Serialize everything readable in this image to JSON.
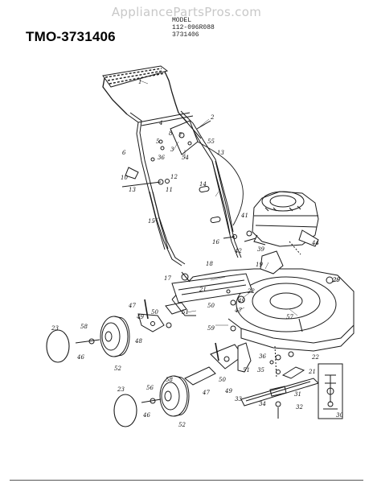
{
  "watermark": "AppliancePartsPros.com",
  "model_block": {
    "line1": "MODEL",
    "line2": "112-096R088",
    "line3": "3731406"
  },
  "title": "TMO-3731406",
  "parts": {
    "p1": "1",
    "p2": "2",
    "p3": "3",
    "p4": "4",
    "p5": "5",
    "p6": "6",
    "p7": "7",
    "p8": "8",
    "p10": "10",
    "p11": "11",
    "p12": "12",
    "p13a": "13",
    "p13b": "13",
    "p14": "14",
    "p15": "15",
    "p16": "16",
    "p17": "17",
    "p18": "18",
    "p19": "19",
    "p21": "21",
    "p22a": "22",
    "p22b": "22",
    "p23a": "23",
    "p23b": "23",
    "p29": "29",
    "p30": "30",
    "p31": "31",
    "p32": "32",
    "p33": "33",
    "p34": "34",
    "p35": "35",
    "p36a": "36",
    "p36b": "36",
    "p39": "39",
    "p41": "41",
    "p42": "42",
    "p44": "44",
    "p46a": "46",
    "p46b": "46",
    "p47a": "47",
    "p47b": "47",
    "p47c": "47",
    "p48": "48",
    "p49a": "49",
    "p49b": "49",
    "p50a": "50",
    "p50b": "50",
    "p51": "51",
    "p52a": "52",
    "p52b": "52",
    "p54": "54",
    "p55": "55",
    "p56": "56",
    "p57": "57",
    "p58a": "58",
    "p58b": "58",
    "p59": "59"
  }
}
